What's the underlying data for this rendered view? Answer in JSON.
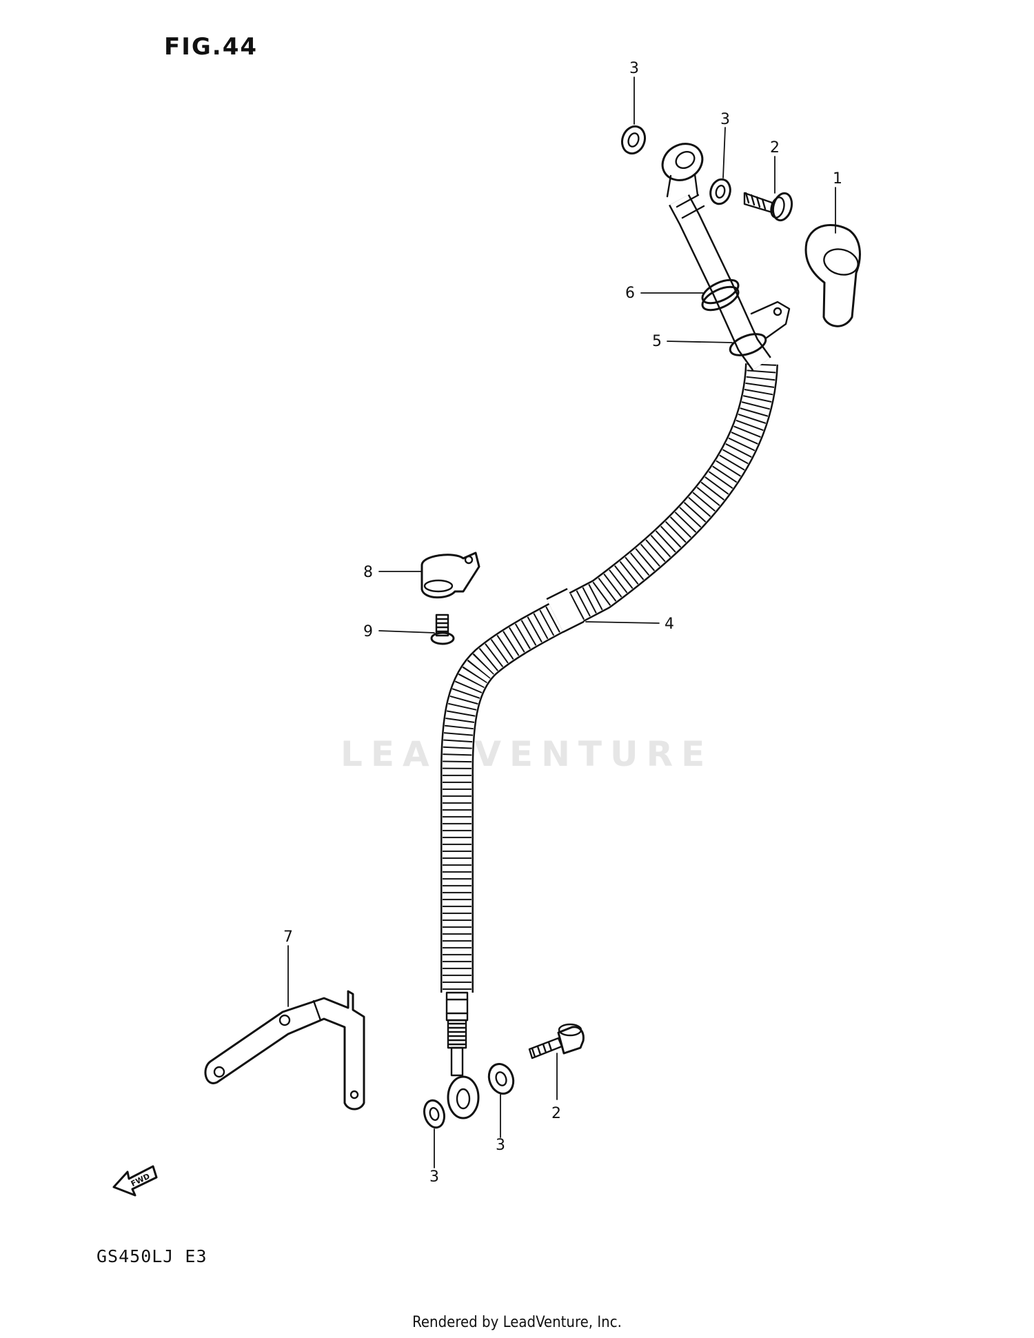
{
  "figure": {
    "title": "FIG.44",
    "model_code": "GS450LJ E3",
    "credit": "Rendered by LeadVenture, Inc.",
    "watermark": "LEADVENTURE",
    "fwd_mark": "FWD"
  },
  "callouts": [
    {
      "id": "c-1",
      "number": "1"
    },
    {
      "id": "c-2a",
      "number": "2"
    },
    {
      "id": "c-2b",
      "number": "2"
    },
    {
      "id": "c-3a",
      "number": "3"
    },
    {
      "id": "c-3b",
      "number": "3"
    },
    {
      "id": "c-3c",
      "number": "3"
    },
    {
      "id": "c-3d",
      "number": "3"
    },
    {
      "id": "c-4",
      "number": "4"
    },
    {
      "id": "c-5",
      "number": "5"
    },
    {
      "id": "c-6",
      "number": "6"
    },
    {
      "id": "c-7",
      "number": "7"
    },
    {
      "id": "c-8",
      "number": "8"
    },
    {
      "id": "c-9",
      "number": "9"
    }
  ]
}
